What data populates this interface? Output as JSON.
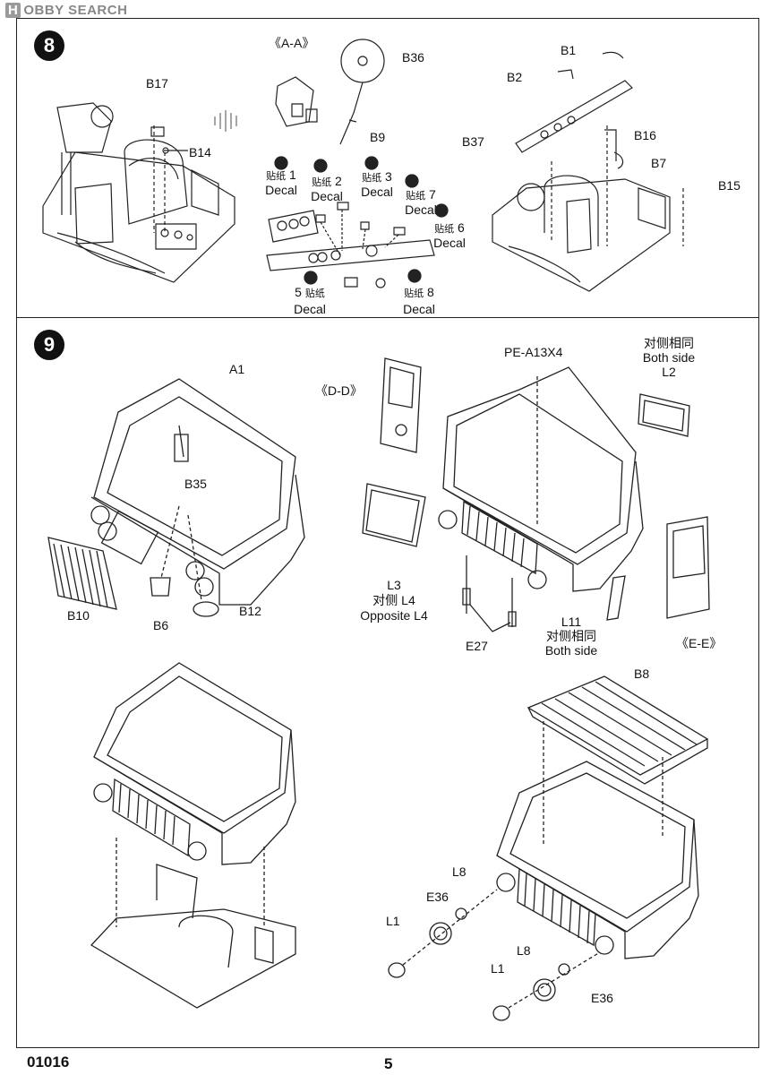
{
  "watermark": "HOBBY SEARCH",
  "watermark_logo": "H",
  "watermark_text": "OBBY SEARCH",
  "step8": {
    "number": "8",
    "labels": {
      "b17": "B17",
      "b14": "B14",
      "aa": "《A-A》",
      "b36": "B36",
      "b9": "B9",
      "b1": "B1",
      "b2": "B2",
      "b37": "B37",
      "b16": "B16",
      "b7": "B7",
      "b15": "B15"
    },
    "decals": [
      {
        "num": "1",
        "cn": "贴纸",
        "en": "Decal"
      },
      {
        "num": "2",
        "cn": "贴纸",
        "en": "Decal"
      },
      {
        "num": "3",
        "cn": "贴纸",
        "en": "Decal"
      },
      {
        "num": "7",
        "cn": "贴纸",
        "en": "Decal"
      },
      {
        "num": "6",
        "cn": "贴纸",
        "en": "Decal"
      },
      {
        "num": "5",
        "cn": "贴纸",
        "en": "Decal"
      },
      {
        "num": "8",
        "cn": "贴纸",
        "en": "Decal"
      }
    ]
  },
  "step9": {
    "number": "9",
    "labels": {
      "a1": "A1",
      "b35": "B35",
      "b10": "B10",
      "b6": "B6",
      "b12": "B12",
      "dd": "《D-D》",
      "pe": "PE-A13X4",
      "l2_cn": "对侧相同",
      "l2_en": "Both side",
      "l2": "L2",
      "l3": "L3",
      "l3_cn": "对侧 L4",
      "l3_en": "Opposite L4",
      "e27": "E27",
      "l11": "L11",
      "l11_cn": "对侧相同",
      "l11_en": "Both side",
      "ee": "《E-E》",
      "b8": "B8",
      "l8a": "L8",
      "e36a": "E36",
      "l1a": "L1",
      "l8b": "L8",
      "l1b": "L1",
      "e36b": "E36"
    }
  },
  "footer": {
    "code": "01016",
    "page": "5"
  }
}
